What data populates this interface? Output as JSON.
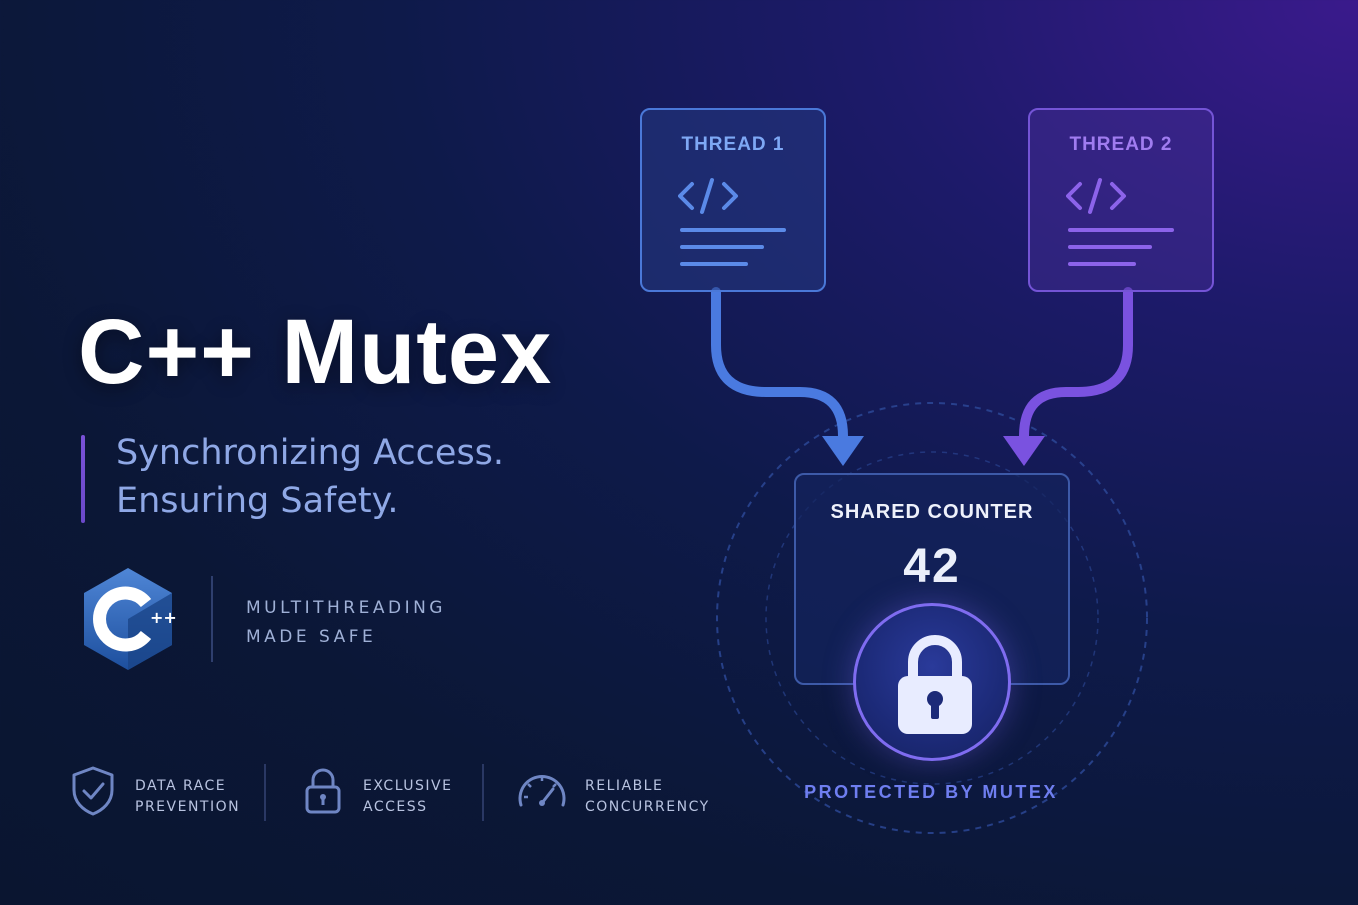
{
  "title": "C++ Mutex",
  "tagline": {
    "line1": "Synchronizing Access.",
    "line2": "Ensuring Safety."
  },
  "logo": {
    "name": "cpp-logo-icon",
    "text": "C",
    "superscript": "++"
  },
  "logo_caption": {
    "line1": "MULTITHREADING",
    "line2": "MADE SAFE"
  },
  "features": [
    {
      "icon": "shield-check-icon",
      "line1": "DATA RACE",
      "line2": "PREVENTION"
    },
    {
      "icon": "padlock-icon",
      "line1": "EXCLUSIVE",
      "line2": "ACCESS"
    },
    {
      "icon": "gauge-icon",
      "line1": "RELIABLE",
      "line2": "CONCURRENCY"
    }
  ],
  "diagram": {
    "thread1": {
      "label": "THREAD 1",
      "icon": "code-icon",
      "color": "#4a78d8"
    },
    "thread2": {
      "label": "THREAD 2",
      "icon": "code-icon",
      "color": "#7454d6"
    },
    "shared": {
      "label": "SHARED COUNTER",
      "value": "42"
    },
    "lock": {
      "icon": "lock-icon"
    },
    "caption": "PROTECTED BY MUTEX"
  },
  "colors": {
    "accent_blue": "#4a78d8",
    "accent_purple": "#7454d6",
    "background": "#0b1736"
  }
}
